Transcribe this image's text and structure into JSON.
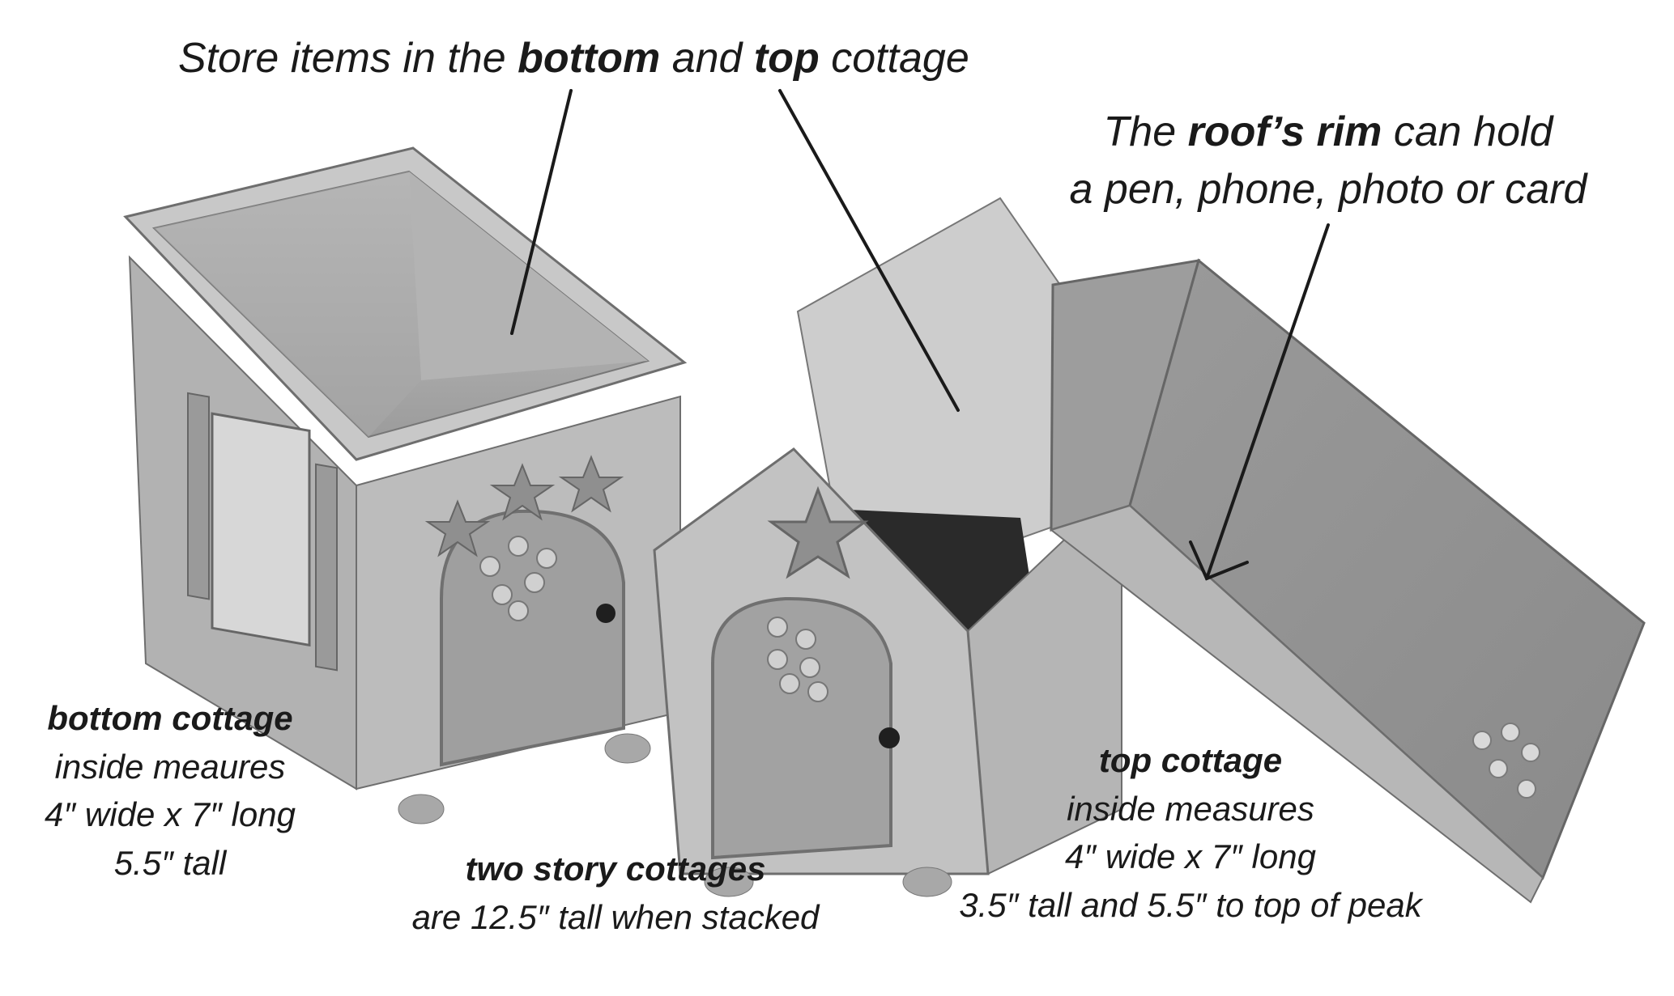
{
  "captions": {
    "store": {
      "part1": "Store items in the ",
      "bold1": "bottom",
      "part2": " and ",
      "bold2": "top",
      "part3": " cottage"
    },
    "roof": {
      "part1": "The ",
      "bold": "roof’s rim",
      "part2": " can hold",
      "line2": "a pen, phone, photo or card"
    },
    "bottom_cottage": {
      "title": "bottom cottage",
      "line1": "inside meaures",
      "line2": "4″ wide x 7″ long",
      "line3": "5.5″ tall"
    },
    "top_cottage": {
      "title": "top cottage",
      "line1": "inside measures",
      "line2": "4″ wide x 7″ long",
      "line3": "3.5″ tall and 5.5″ to top of peak"
    },
    "two_story": {
      "title": "two story cottages",
      "line1": "are 12.5″ tall when stacked"
    }
  },
  "colors": {
    "background": "#ffffff",
    "text": "#1a1a1a",
    "wood_light": "#bdbdbd",
    "wood_mid": "#a3a3a3",
    "wood_dark": "#7d7d7d"
  }
}
